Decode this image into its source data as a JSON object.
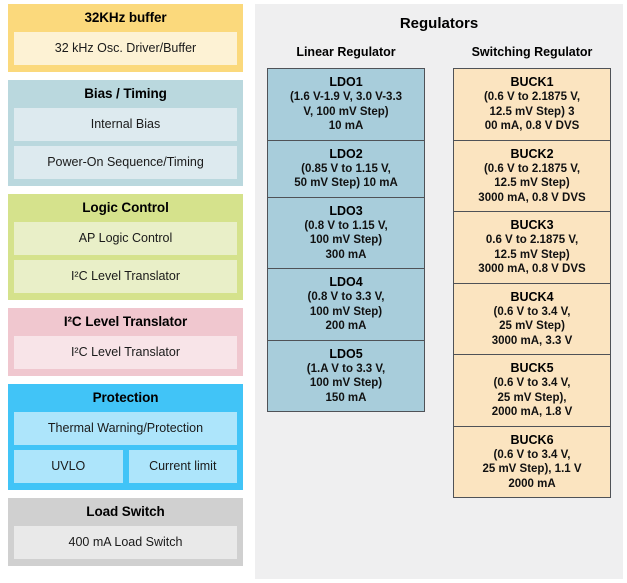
{
  "left_column": {
    "blocks": [
      {
        "title": "32KHz buffer",
        "color": "#fbd97c",
        "sub_color": "#fdf2d4",
        "items": [
          {
            "label": "32 kHz Osc. Driver/Buffer"
          }
        ]
      },
      {
        "title": "Bias / Timing",
        "color": "#bad8de",
        "sub_color": "#ddeaef",
        "items": [
          {
            "label": "Internal Bias"
          },
          {
            "label": "Power-On Sequence/Timing"
          }
        ]
      },
      {
        "title": "Logic Control",
        "color": "#d5e28c",
        "sub_color": "#e9efc8",
        "items": [
          {
            "label": "AP Logic Control"
          },
          {
            "label": "I²C Level Translator"
          }
        ]
      },
      {
        "title": "I²C Level Translator",
        "color": "#f0c7cf",
        "sub_color": "#f8e4e8",
        "items": [
          {
            "label": "I²C Level Translator"
          }
        ]
      },
      {
        "title": "Protection",
        "color": "#41c4f7",
        "sub_color": "#ade5fb",
        "items": [
          {
            "label": "Thermal Warning/Protection"
          }
        ],
        "row_items": [
          {
            "label": "UVLO"
          },
          {
            "label": "Current limit"
          }
        ]
      },
      {
        "title": "Load Switch",
        "color": "#d0d0d0",
        "sub_color": "#e9e9e9",
        "items": [
          {
            "label": "400 mA Load Switch"
          }
        ]
      }
    ]
  },
  "regulators": {
    "title": "Regulators",
    "panel_bg": "#efeff0",
    "columns": [
      {
        "heading": "Linear Regulator",
        "fill": "#a8cddb",
        "border": "#4f5257",
        "cells": [
          {
            "name": "LDO1",
            "desc": "(1.6 V-1.9 V, 3.0 V-3.3\nV, 100 mV Step)\n10 mA"
          },
          {
            "name": "LDO2",
            "desc": "(0.85 V to 1.15 V,\n50 mV Step) 10 mA"
          },
          {
            "name": "LDO3",
            "desc": "(0.8 V to 1.15 V,\n100 mV Step)\n300 mA"
          },
          {
            "name": "LDO4",
            "desc": "(0.8 V to 3.3 V,\n100 mV Step)\n200 mA"
          },
          {
            "name": "LDO5",
            "desc": "(1.A V to 3.3 V,\n100 mV Step)\n150 mA"
          }
        ]
      },
      {
        "heading": "Switching Regulator",
        "fill": "#fbe4c0",
        "border": "#4f5257",
        "cells": [
          {
            "name": "BUCK1",
            "desc": "(0.6 V to 2.1875 V,\n12.5 mV Step) 3\n00 mA, 0.8 V DVS"
          },
          {
            "name": "BUCK2",
            "desc": "(0.6 V to 2.1875 V,\n12.5 mV Step)\n3000 mA, 0.8 V DVS"
          },
          {
            "name": "BUCK3",
            "desc": "0.6 V to 2.1875 V,\n12.5 mV Step)\n3000 mA, 0.8 V DVS"
          },
          {
            "name": "BUCK4",
            "desc": "(0.6 V to 3.4 V,\n25 mV Step)\n3000 mA, 3.3 V"
          },
          {
            "name": "BUCK5",
            "desc": "(0.6 V to 3.4 V,\n25 mV Step),\n2000 mA, 1.8 V"
          },
          {
            "name": "BUCK6",
            "desc": "(0.6 V to 3.4 V,\n25 mV Step), 1.1 V\n2000 mA"
          }
        ]
      }
    ]
  }
}
